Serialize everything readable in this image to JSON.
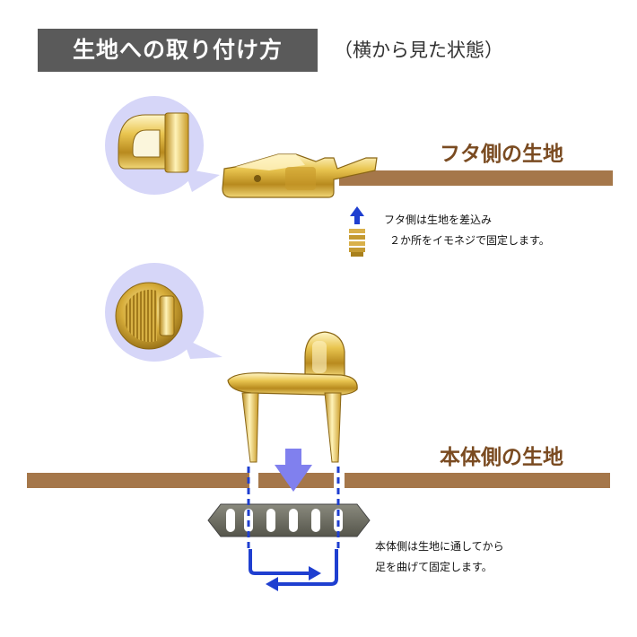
{
  "title": "生地への取り付け方",
  "subtitle": "（横から見た状態）",
  "lid": {
    "label": "フタ側の生地",
    "note": [
      "フタ側は生地を差込み",
      "２か所をイモネジで固定します。"
    ]
  },
  "body": {
    "label": "本体側の生地",
    "note": [
      "本体側は生地に通してから",
      "足を曲げて固定します。"
    ]
  },
  "colors": {
    "fabric": "#a5774a",
    "bubble": "#d6d6f8",
    "gold": "#e0b83a",
    "washer": "#6e6e62",
    "arrow_blue": "#1f3fd0",
    "arrow_purple": "#8080ee",
    "title_bg": "#5a5a5a",
    "label_text": "#7a4b21"
  },
  "icons": [
    "up-arrow-icon",
    "screw-icon",
    "down-arrow-icon",
    "bend-arrow-icon"
  ]
}
